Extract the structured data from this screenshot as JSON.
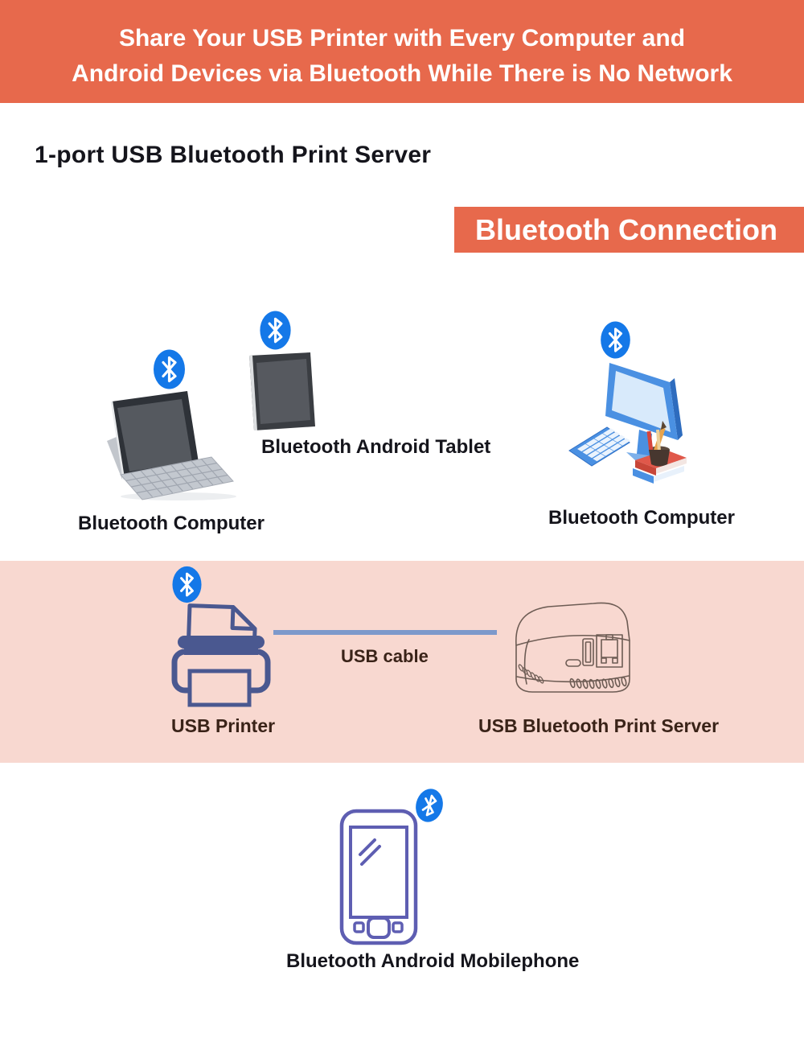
{
  "banner": {
    "line1": "Share Your USB Printer with Every Computer and",
    "line2": "Android Devices via Bluetooth While There is No Network"
  },
  "heading": "1-port USB Bluetooth Print Server",
  "connection_badge": "Bluetooth Connection",
  "devices": {
    "computer_left": {
      "label": "Bluetooth Computer",
      "icon": "bluetooth-tablet-keyboard-image",
      "badge": "bluetooth-icon"
    },
    "tablet": {
      "label": "Bluetooth Android Tablet",
      "icon": "android-tablet-image",
      "badge": "bluetooth-icon"
    },
    "computer_right": {
      "label": "Bluetooth Computer",
      "icon": "desktop-computer-image",
      "badge": "bluetooth-icon"
    }
  },
  "connection_band": {
    "printer": {
      "label": "USB Printer",
      "icon": "printer-icon",
      "badge": "bluetooth-icon"
    },
    "cable": {
      "label": "USB cable"
    },
    "server": {
      "label": "USB Bluetooth Print Server",
      "icon": "print-server-icon"
    }
  },
  "mobile": {
    "label": "Bluetooth Android Mobilephone",
    "icon": "android-phone-icon",
    "badge": "bluetooth-icon"
  },
  "colors": {
    "accent_orange": "#E7694C",
    "band_pink": "#F8D8D0",
    "bluetooth_blue": "#1478E8",
    "cable_blue": "#7D99CB",
    "printer_blue": "#4A5890",
    "phone_purple": "#5E5EB2",
    "server_outline": "#6D5C54",
    "label_dark": "#15151C",
    "band_label_brown": "#3A2318",
    "banner_text": "#FFFFFF"
  }
}
